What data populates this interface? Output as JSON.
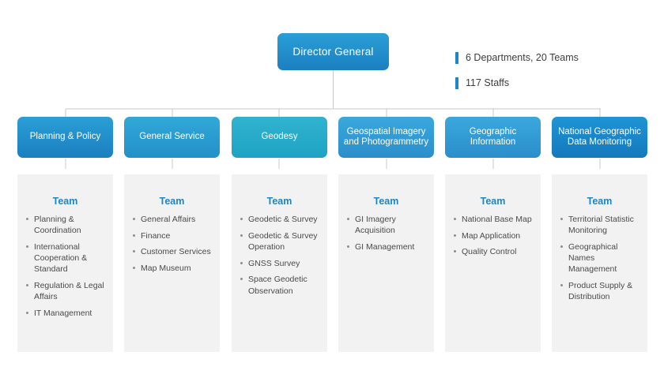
{
  "top": {
    "label": "Director General"
  },
  "legend": [
    {
      "text": "6 Departments, 20 Teams",
      "color": "#1b86c8"
    },
    {
      "text": "117 Staffs",
      "color": "#1b86c8"
    }
  ],
  "team_heading": "Team",
  "departments": [
    {
      "name": "Planning & Policy",
      "color_from": "#2a9fd6",
      "color_to": "#1b7fc0",
      "teams": [
        "Planning & Coordination",
        "International Cooperation & Standard",
        "Regulation & Legal Affairs",
        "IT Management"
      ]
    },
    {
      "name": "General Service",
      "color_from": "#31a8d8",
      "color_to": "#2490c9",
      "teams": [
        "General Affairs",
        "Finance",
        "Customer Services",
        "Map Museum"
      ]
    },
    {
      "name": "Geodesy",
      "color_from": "#2fb3cf",
      "color_to": "#1fa3c4",
      "teams": [
        "Geodetic & Survey",
        "Geodetic & Survey Operation",
        "GNSS Survey",
        "Space Geodetic Observation"
      ]
    },
    {
      "name": "Geospatial Imagery and Photogrammetry",
      "color_from": "#3aa8dd",
      "color_to": "#2b8ecb",
      "teams": [
        "GI Imagery Acquisition",
        "GI Management"
      ]
    },
    {
      "name": "Geographic Information",
      "color_from": "#3aa8dd",
      "color_to": "#2b8ecb",
      "teams": [
        "National Base Map",
        "Map Application",
        "Quality Control"
      ]
    },
    {
      "name": "National Geographic Data Monitoring",
      "color_from": "#1f94d4",
      "color_to": "#1479bd",
      "teams": [
        "Territorial Statistic Monitoring",
        "Geographical Names Management",
        "Product Supply & Distribution"
      ]
    }
  ]
}
